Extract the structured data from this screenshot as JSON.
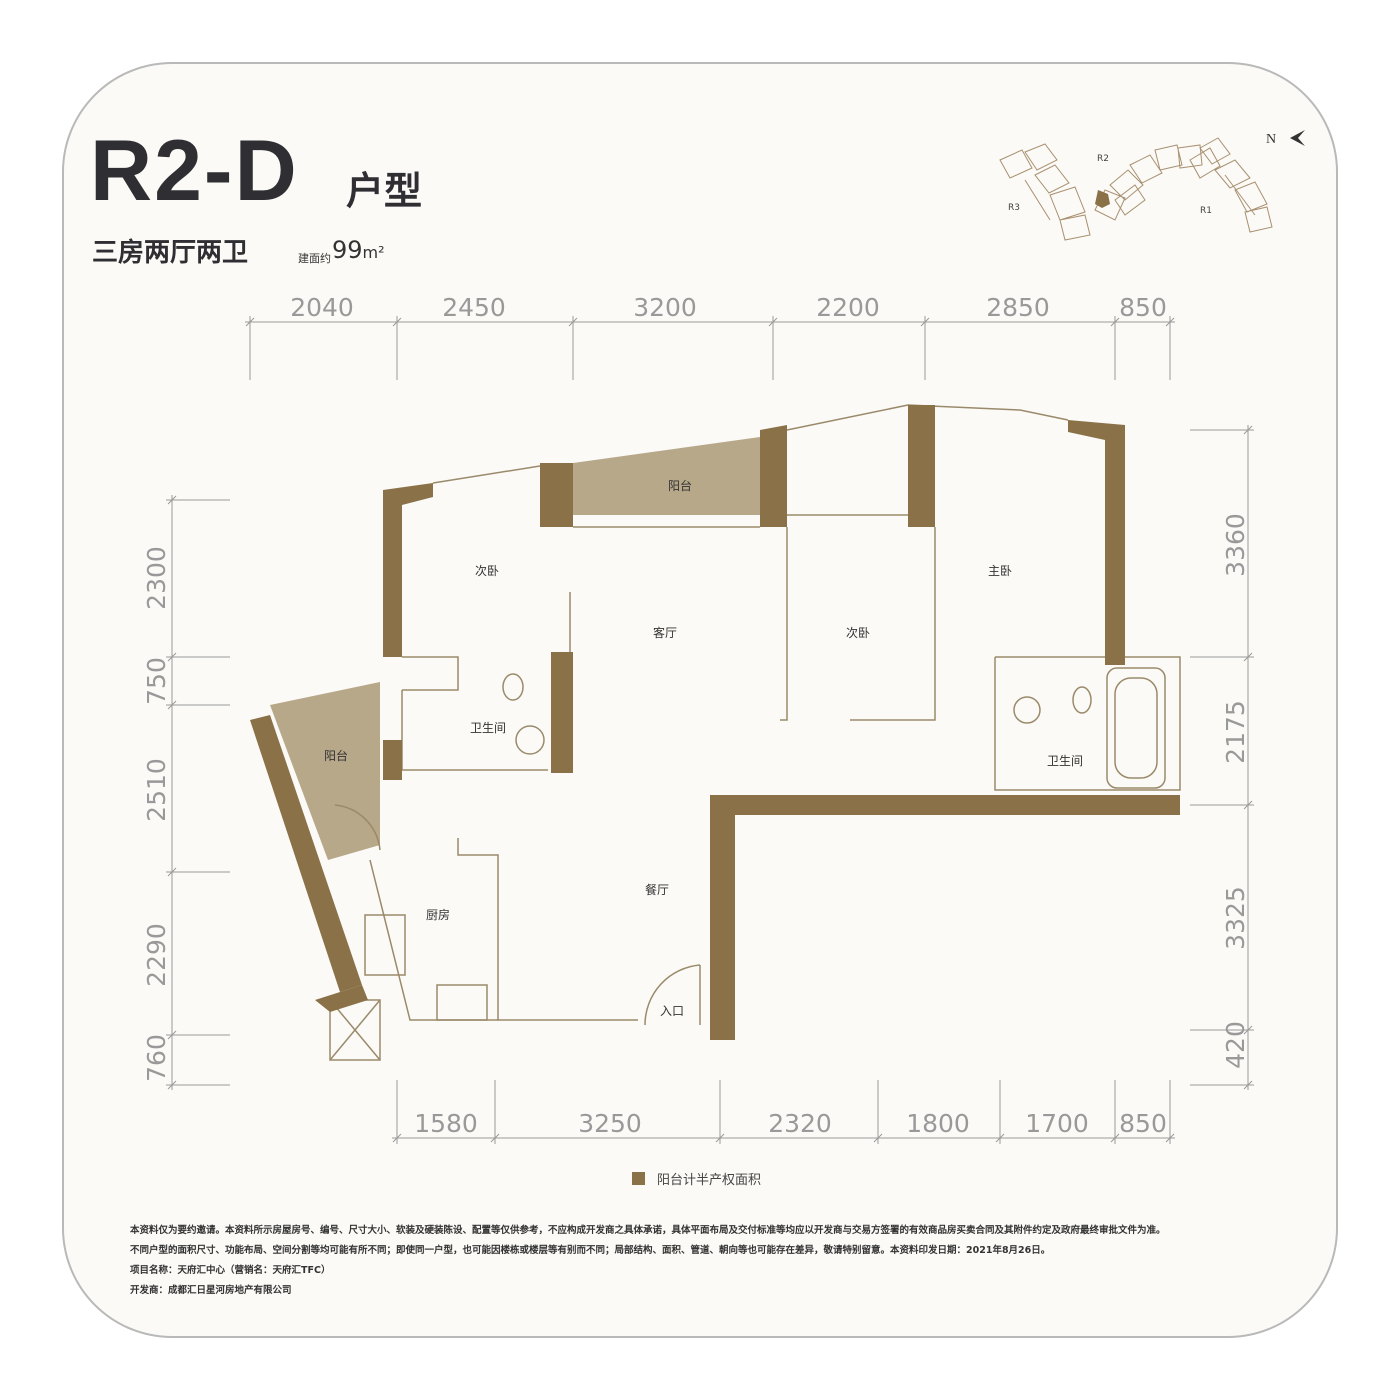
{
  "header": {
    "unit_code": "R2-D",
    "unit_suffix": "户型",
    "layout": "三房两厅两卫",
    "area_label": "建面约",
    "area_value": "99",
    "area_unit": "m²"
  },
  "keymap": {
    "buildings": [
      "R3",
      "R2",
      "R1"
    ],
    "north_label": "N",
    "highlight_color": "#8a7148"
  },
  "dimensions": {
    "top": [
      "2040",
      "2450",
      "3200",
      "2200",
      "2850",
      "850"
    ],
    "bottom": [
      "1580",
      "3250",
      "2320",
      "1800",
      "1700",
      "850"
    ],
    "left": [
      "2300",
      "750",
      "2510",
      "2290",
      "760"
    ],
    "right": [
      "3360",
      "2175",
      "3325",
      "420"
    ]
  },
  "rooms": {
    "balcony_north": "阳台",
    "bedroom_2": "次卧",
    "living_room": "客厅",
    "bedroom_3": "次卧",
    "master_bedroom": "主卧",
    "bathroom_1": "卫生间",
    "bathroom_2": "卫生间",
    "balcony_west": "阳台",
    "kitchen": "厨房",
    "dining_room": "餐厅",
    "entrance": "入口"
  },
  "colors": {
    "wall": "#8a7148",
    "balcony": "#b8a88a",
    "line": "#9a8a6a"
  },
  "legend": {
    "label": "阳台计半产权面积"
  },
  "notes": {
    "line1": "本资料仅为要约邀请。本资料所示房屋房号、编号、尺寸大小、软装及硬装陈设、配置等仅供参考，不应构成开发商之具体承诺，具体平面布局及交付标准等均应以开发商与交易方签署的有效商品房买卖合同及其附件约定及政府最终审批文件为准。",
    "line2": "不同户型的面积尺寸、功能布局、空间分割等均可能有所不同；即使同一户型，也可能因楼栋或楼层等有别而不同；局部结构、面积、管道、朝向等也可能存在差异，敬请特别留意。本资料印发日期：2021年8月26日。",
    "project": "项目名称：天府汇中心（营销名：天府汇TFC）",
    "developer": "开发商：成都汇日星河房地产有限公司"
  }
}
